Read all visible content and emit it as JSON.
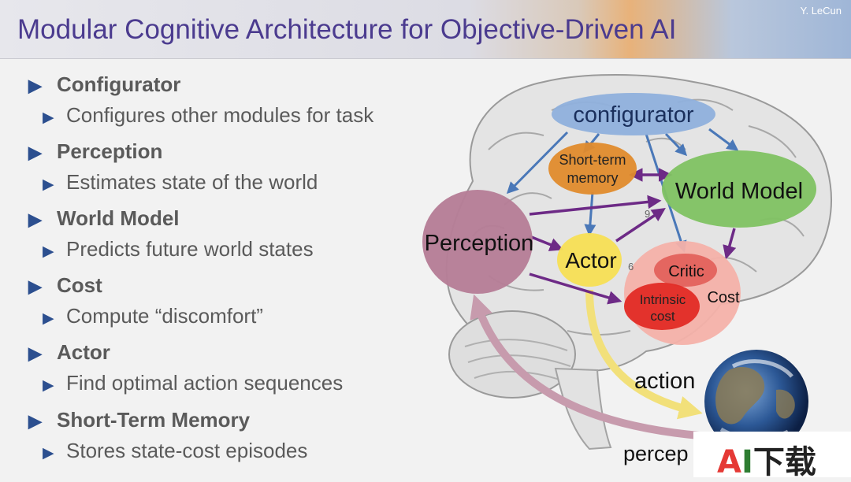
{
  "header": {
    "title": "Modular Cognitive Architecture for Objective-Driven AI",
    "author": "Y. LeCun"
  },
  "bullets": [
    {
      "heading": "Configurator",
      "detail": "Configures other modules for task"
    },
    {
      "heading": "Perception",
      "detail": "Estimates state of the world"
    },
    {
      "heading": "World Model",
      "detail": "Predicts future world states"
    },
    {
      "heading": "Cost",
      "detail": "Compute “discomfort”"
    },
    {
      "heading": "Actor",
      "detail": "Find optimal action sequences"
    },
    {
      "heading": "Short-Term Memory",
      "detail": "Stores state-cost episodes"
    }
  ],
  "diagram": {
    "configurator": "configurator",
    "short_term_memory_line1": "Short-term",
    "short_term_memory_line2": "memory",
    "world_model": "World Model",
    "perception": "Perception",
    "actor": "Actor",
    "cost": "Cost",
    "critic": "Critic",
    "intrinsic_cost_line1": "Intrinsic",
    "intrinsic_cost_line2": "cost",
    "action_label": "action",
    "percept_label": "percep",
    "brain_numbers": [
      "9",
      "6"
    ],
    "colors": {
      "configurator": "#8fb0dc",
      "short_term_memory": "#e08b2c",
      "world_model": "#7fc262",
      "perception": "#b67e97",
      "actor": "#f6df57",
      "cost": "#f4b1a9",
      "critic": "#e3625c",
      "intrinsic_cost": "#e12b25",
      "blue_arrow": "#4a78b8",
      "purple_arrow": "#6d2a86",
      "action_arrow": "#f2e07a",
      "percept_arrow": "#c79bad"
    }
  },
  "watermark": {
    "a": "A",
    "i": "I",
    "rest": "下载"
  }
}
